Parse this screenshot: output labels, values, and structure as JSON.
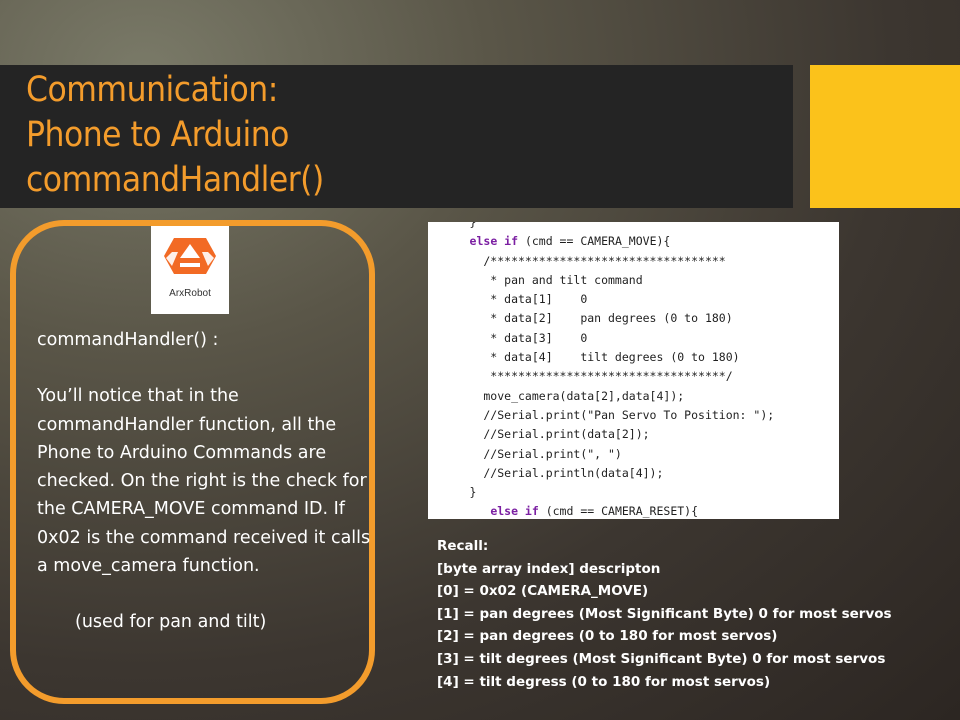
{
  "slide": {
    "title": "Communication:\nPhone to Arduino\ncommandHandler()",
    "colors": {
      "accent": "#f39c2c",
      "yellow_block": "#fbc21b",
      "title_band": "#242424"
    }
  },
  "logo": {
    "label": "ArxRobot",
    "icon": "arxrobot-logo-icon"
  },
  "left_text": {
    "heading": "commandHandler() :",
    "paragraph": "You’ll notice that in the commandHandler function, all the Phone to Arduino Commands are checked. On the right is the check for the CAMERA_MOVE command ID. If 0x02 is the command received it calls a move_camera function.",
    "note": "(used for pan and tilt)"
  },
  "code": {
    "lines": [
      "      }",
      "      else if (cmd == CAMERA_MOVE){",
      "        /**********************************",
      "         * pan and tilt command",
      "         * data[1]    0",
      "         * data[2]    pan degrees (0 to 180)",
      "         * data[3]    0",
      "         * data[4]    tilt degrees (0 to 180)",
      "         **********************************/",
      "        move_camera(data[2],data[4]);",
      "        //Serial.print(\"Pan Servo To Position: \");",
      "        //Serial.print(data[2]);",
      "        //Serial.print(\", \")",
      "        //Serial.println(data[4]);",
      "      }",
      "         else if (cmd == CAMERA_RESET){"
    ]
  },
  "recall": {
    "title": "Recall:",
    "lines": [
      "[byte array index] descripton",
      "[0] = 0x02 (CAMERA_MOVE)",
      "[1] = pan degrees  (Most Significant Byte) 0 for most servos",
      "[2] = pan degrees (0 to 180 for most servos)",
      "[3] = tilt degrees  (Most Significant Byte) 0 for most servos",
      "[4] = tilt degress (0 to 180 for most servos)"
    ]
  }
}
